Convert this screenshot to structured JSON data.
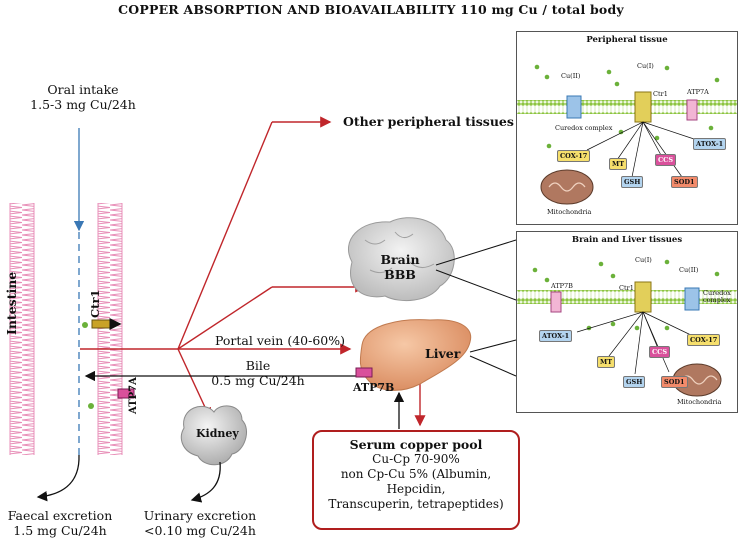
{
  "title": "COPPER ABSORPTION AND BIOAVAILABILITY  110 mg Cu / total body",
  "oral_intake": {
    "line1": "Oral intake",
    "line2": "1.5-3 mg Cu/24h"
  },
  "intestine_label": "Intestine",
  "ctr1_label": "Ctr1",
  "atp7a_label": "ATP7A",
  "other_tissues": "Other peripheral tissues",
  "brain": {
    "line1": "Brain",
    "line2": "BBB"
  },
  "portal_vein": "Portal vein (40-60%)",
  "liver": "Liver",
  "bile": {
    "line1": "Bile",
    "line2": "0.5 mg Cu/24h"
  },
  "atp7b_label": "ATP7B",
  "kidney": "Kidney",
  "faecal": {
    "line1": "Faecal excretion",
    "line2": "1.5 mg Cu/24h"
  },
  "urinary": {
    "line1": "Urinary excretion",
    "line2": "<0.10 mg Cu/24h"
  },
  "serum": {
    "title": "Serum copper pool",
    "line1": "Cu-Cp 70-90%",
    "line2": "non Cp-Cu 5% (Albumin, Hepcidin,",
    "line3": "Transcuperin, tetrapeptides)"
  },
  "peripheral_panel": {
    "title": "Peripheral tissue",
    "cu2": "Cu(II)",
    "cu1": "Cu(I)",
    "ctr1": "Ctr1",
    "atp7a": "ATP7A",
    "curedox": "Curedox complex",
    "cox17": "COX-17",
    "mt": "MT",
    "ccs": "CCS",
    "atox1": "ATOX-1",
    "gsh": "GSH",
    "sod1": "SOD1",
    "mito": "Mitochondria"
  },
  "brain_liver_panel": {
    "title": "Brain and Liver tissues",
    "cu1": "Cu(I)",
    "cu2": "Cu(II)",
    "atp7b": "ATP7B",
    "ctr1": "Ctr1",
    "curedox_line1": "Curedox",
    "curedox_line2": "complex",
    "atox1": "ATOX-1",
    "cox17": "COX-17",
    "ccs": "CCS",
    "mt": "MT",
    "gsh": "GSH",
    "sod1": "SOD1",
    "mito": "Mitochondria"
  },
  "colors": {
    "arrow_red": "#c0262b",
    "arrow_blue": "#3a78b5",
    "intestine_pink": "#e88fb8",
    "membrane_green": "#8cc43f",
    "liver": "#e9a77c"
  }
}
